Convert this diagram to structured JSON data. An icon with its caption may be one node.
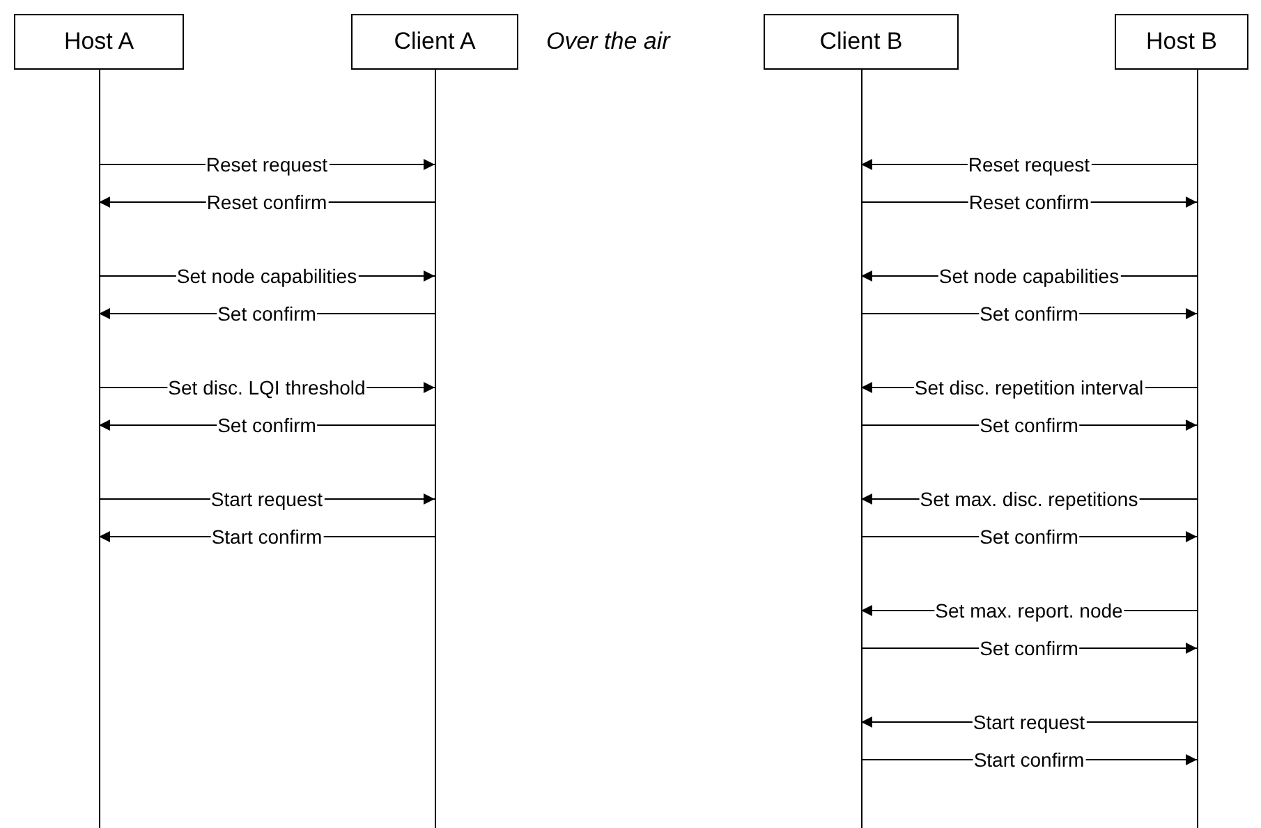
{
  "diagram": {
    "nodes": [
      {
        "text": [
          "Host A"
        ]
      },
      {
        "text": [
          "Client A"
        ]
      },
      {
        "text": [
          "Client B"
        ]
      },
      {
        "text": [
          "Host B"
        ]
      }
    ],
    "edges": [
      {
        "from": 0,
        "to": 1,
        "arrow": "to",
        "label": "Reset request"
      },
      {
        "from": 1,
        "to": 0,
        "arrow": "to",
        "label": "Reset confirm"
      },
      {
        "from": 0,
        "to": 1,
        "arrow": "to",
        "label": "Set node capabilities"
      },
      {
        "from": 1,
        "to": 0,
        "arrow": "to",
        "label": "Set confirm"
      },
      {
        "from": 0,
        "to": 1,
        "arrow": "to",
        "label": "Set disc. LQI threshold"
      },
      {
        "from": 1,
        "to": 0,
        "arrow": "to",
        "label": "Set confirm"
      },
      {
        "from": 0,
        "to": 1,
        "arrow": "to",
        "label": "Start request"
      },
      {
        "from": 1,
        "to": 0,
        "arrow": "to",
        "label": "Start confirm"
      },
      {
        "from": 3,
        "to": 2,
        "arrow": "to",
        "label": "Reset request"
      },
      {
        "from": 2,
        "to": 3,
        "arrow": "to",
        "label": "Reset confirm"
      },
      {
        "from": 3,
        "to": 2,
        "arrow": "to",
        "label": "Set node capabilities"
      },
      {
        "from": 2,
        "to": 3,
        "arrow": "to",
        "label": "Set confirm"
      },
      {
        "from": 3,
        "to": 2,
        "arrow": "to",
        "label": "Set disc. repetition interval"
      },
      {
        "from": 2,
        "to": 3,
        "arrow": "to",
        "label": "Set confirm"
      },
      {
        "from": 3,
        "to": 2,
        "arrow": "to",
        "label": "Set max. disc. repetitions"
      },
      {
        "from": 2,
        "to": 3,
        "arrow": "to",
        "label": "Set confirm"
      },
      {
        "from": 3,
        "to": 2,
        "arrow": "to",
        "label": "Set max. report. node"
      },
      {
        "from": 2,
        "to": 3,
        "arrow": "to",
        "label": "Set confirm"
      },
      {
        "from": 3,
        "to": 2,
        "arrow": "to",
        "label": "Start request"
      },
      {
        "from": 2,
        "to": 3,
        "arrow": "to",
        "label": "Start confirm"
      }
    ],
    "labels": [
      "Over the air"
    ]
  }
}
